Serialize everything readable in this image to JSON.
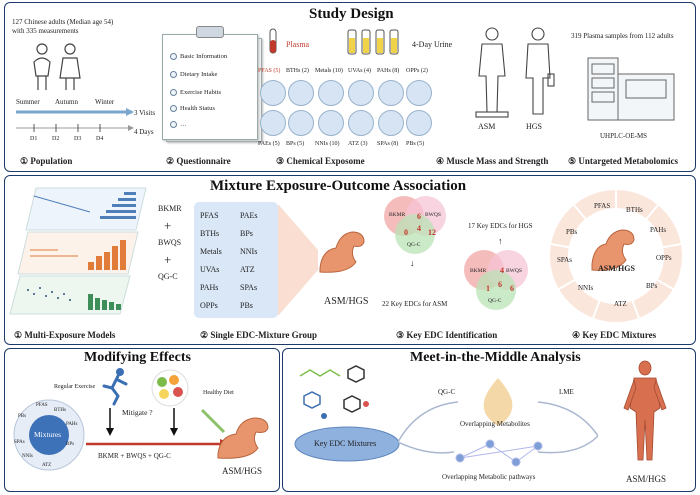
{
  "study_design": {
    "title": "Study Design",
    "population": {
      "adults_text": "127 Chinese adults (Median age 54)",
      "measurements_text": "with 335 measurements",
      "seasons": [
        "Summer",
        "Autumn",
        "Winter"
      ],
      "days": [
        "D1",
        "D2",
        "D3",
        "D4"
      ],
      "visits": "3 Visits",
      "days_label": "4 Days",
      "caption": "① Population"
    },
    "questionnaire": {
      "items": [
        "Basic Information",
        "Dietary Intake",
        "Exercise Habits",
        "Health Status",
        "…"
      ],
      "caption": "② Questionnaire"
    },
    "chemical": {
      "plasma_label": "Plasma",
      "urine_label": "4-Day Urine",
      "top_groups": [
        "PFAS (5)",
        "BTHs (2)",
        "Metals (10)",
        "UVAs (4)",
        "PAHs (8)",
        "OPPs (2)"
      ],
      "bottom_groups": [
        "PAEs (5)",
        "BPs (5)",
        "NNIs (10)",
        "ATZ (3)",
        "SPAs (8)",
        "PBs (5)"
      ],
      "caption": "③ Chemical Exposome"
    },
    "muscle": {
      "asm": "ASM",
      "hgs": "HGS",
      "caption": "④ Muscle Mass and Strength"
    },
    "metabolomics": {
      "samples_text": "319 Plasma samples from 112 adults",
      "instrument": "UHPLC-OE-MS",
      "caption": "⑤ Untargeted Metabolomics"
    }
  },
  "mixture": {
    "title": "Mixture Exposure-Outcome Association",
    "models": [
      "BKMR",
      "BWQS",
      "QG-C"
    ],
    "plus": "+",
    "models_caption": "① Multi-Exposure Models",
    "edc_left": [
      "PFAS",
      "BTHs",
      "Metals",
      "UVAs",
      "PAHs",
      "OPPs"
    ],
    "edc_right": [
      "PAEs",
      "BPs",
      "NNIs",
      "ATZ",
      "SPAs",
      "PBs"
    ],
    "outcome": "ASM/HGS",
    "single_caption": "② Single EDC-Mixture Group",
    "venn_asm": {
      "labels": [
        "BKMR",
        "BWQS",
        "QG-C"
      ],
      "numbers": [
        "6",
        "0",
        "4",
        "12"
      ],
      "text": "22 Key EDCs for ASM"
    },
    "venn_hgs": {
      "labels": [
        "BKMR",
        "BWQS",
        "QG-C"
      ],
      "numbers": [
        "4",
        "1",
        "6",
        "6"
      ],
      "text": "17 Key EDCs for HGS"
    },
    "key_caption": "③ Key EDC Identification",
    "wheel": [
      "PFAS",
      "BTHs",
      "PAHs",
      "OPPs",
      "BPs",
      "ATZ",
      "NNIs",
      "SPAs",
      "PBs"
    ],
    "wheel_center": "ASM/HGS",
    "wheel_caption": "④ Key EDC Mixtures"
  },
  "modifying": {
    "title": "Modifying Effects",
    "exercise": "Regular Exercise",
    "diet": "Healthy Diet",
    "mitigate": "Mitigate ?",
    "mixtures_center": "Mixtures",
    "ring": [
      "PFAS",
      "BTHs",
      "PAHs",
      "BPs",
      "ATZ",
      "NNIs",
      "SPAs",
      "PBs"
    ],
    "models_line": "BKMR + BWQS + QG-C",
    "outcome": "ASM/HGS"
  },
  "mitm": {
    "title": "Meet-in-the-Middle Analysis",
    "key_mixtures": "Key EDC Mixtures",
    "qgc": "QG-C",
    "lme": "LME",
    "overlap_metabolites": "Overlapping Metabolites",
    "overlap_pathways": "Overlapping Metabolic pathways",
    "outcome": "ASM/HGS"
  },
  "colors": {
    "panel_border": "#1e3a6b",
    "venn_red": "#f2a6a6",
    "venn_pink": "#f6c4d6",
    "venn_green": "#b9e3b5",
    "edc_box": "#d9e7f7",
    "muscle": "#e8956d"
  }
}
